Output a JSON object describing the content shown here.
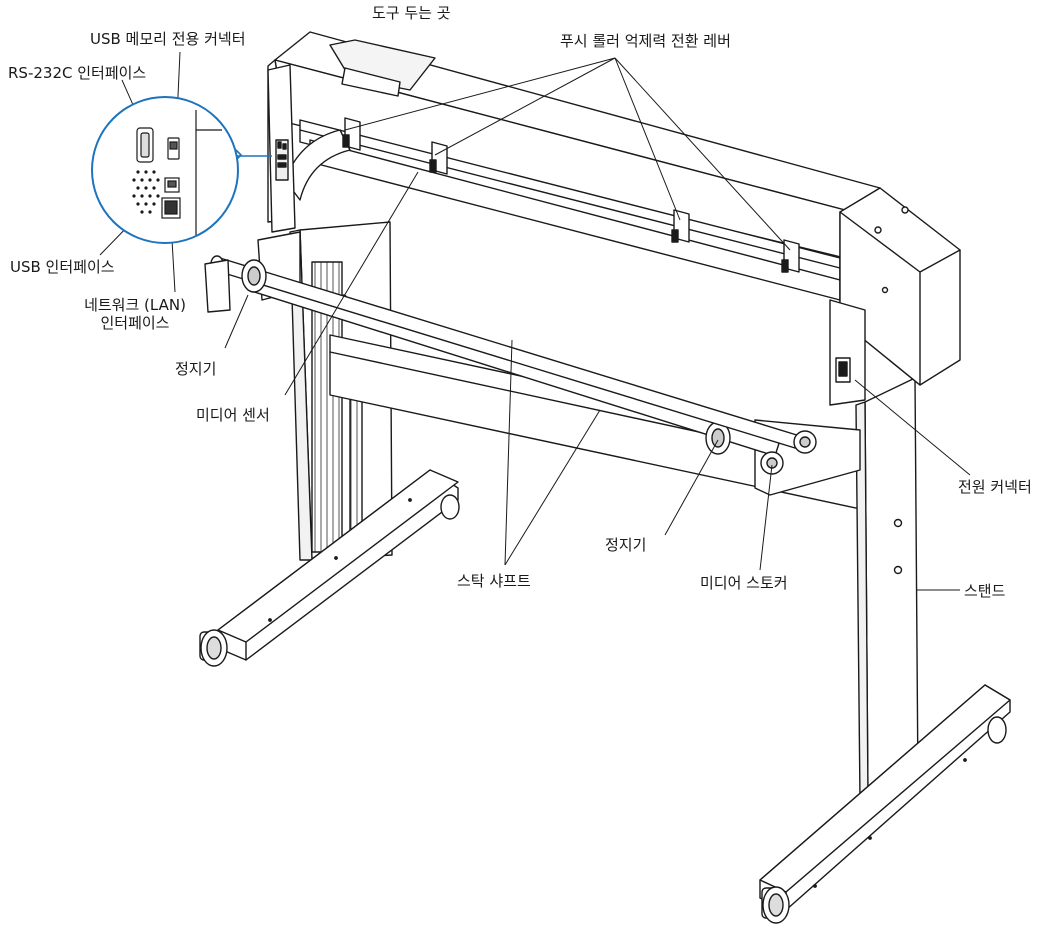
{
  "labels": {
    "tool_holder": "도구 두는 곳",
    "usb_memory_connector": "USB 메모리 전용 커넥터",
    "rs232c_interface": "RS-232C 인터페이스",
    "push_roller_lever": "푸시 롤러 억제력 전환 레버",
    "usb_interface": "USB 인터페이스",
    "network_interface_line1": "네트워크 (LAN)",
    "network_interface_line2": "인터페이스",
    "stopper_left": "정지기",
    "media_sensor": "미디어 센서",
    "power_connector": "전원 커넥터",
    "stopper_right": "정지기",
    "stock_shaft": "스탁 샤프트",
    "media_stocker": "미디어 스토커",
    "stand": "스탠드"
  },
  "colors": {
    "line": "#1a1a1a",
    "callout": "#1e73be",
    "callout_fill": "#ffffff",
    "body_fill": "#ffffff",
    "shade": "#e8e8e8"
  }
}
